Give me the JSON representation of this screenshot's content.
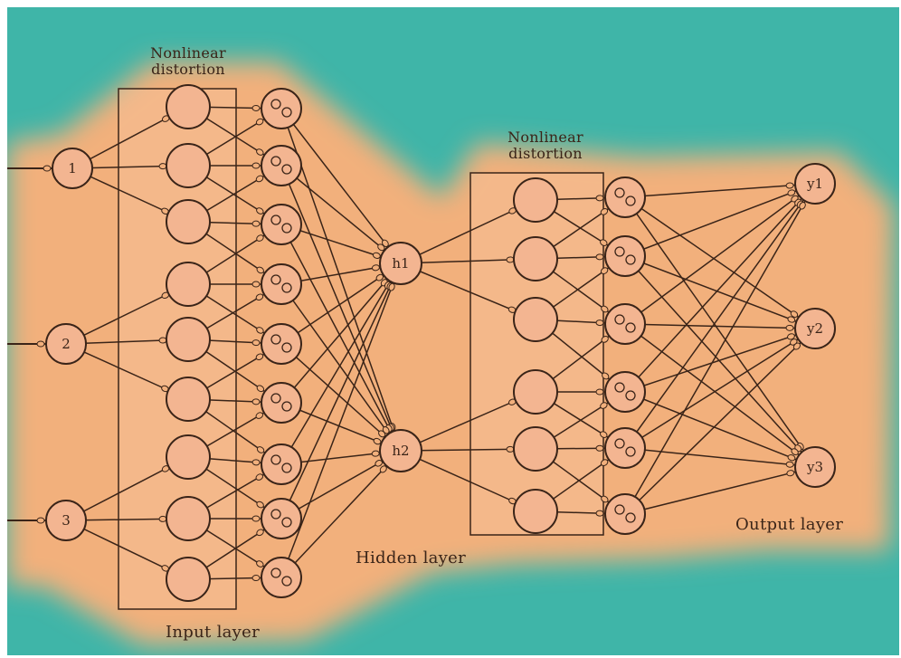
{
  "labels": {
    "input_layer": "Input layer",
    "hidden_layer": "Hidden layer",
    "output_layer": "Output layer",
    "nonlinear_1": "Nonlinear distortion",
    "nonlinear_2": "Nonlinear distortion"
  },
  "nodes": {
    "inputs": [
      "1",
      "2",
      "3"
    ],
    "hidden": [
      "h1",
      "h2"
    ],
    "outputs": [
      "y1",
      "y2",
      "y3"
    ]
  },
  "colors": {
    "background": "#3fb5a8",
    "glow": "#f2b07c",
    "node_fill": "#f3b591",
    "stroke": "#3a2418"
  }
}
